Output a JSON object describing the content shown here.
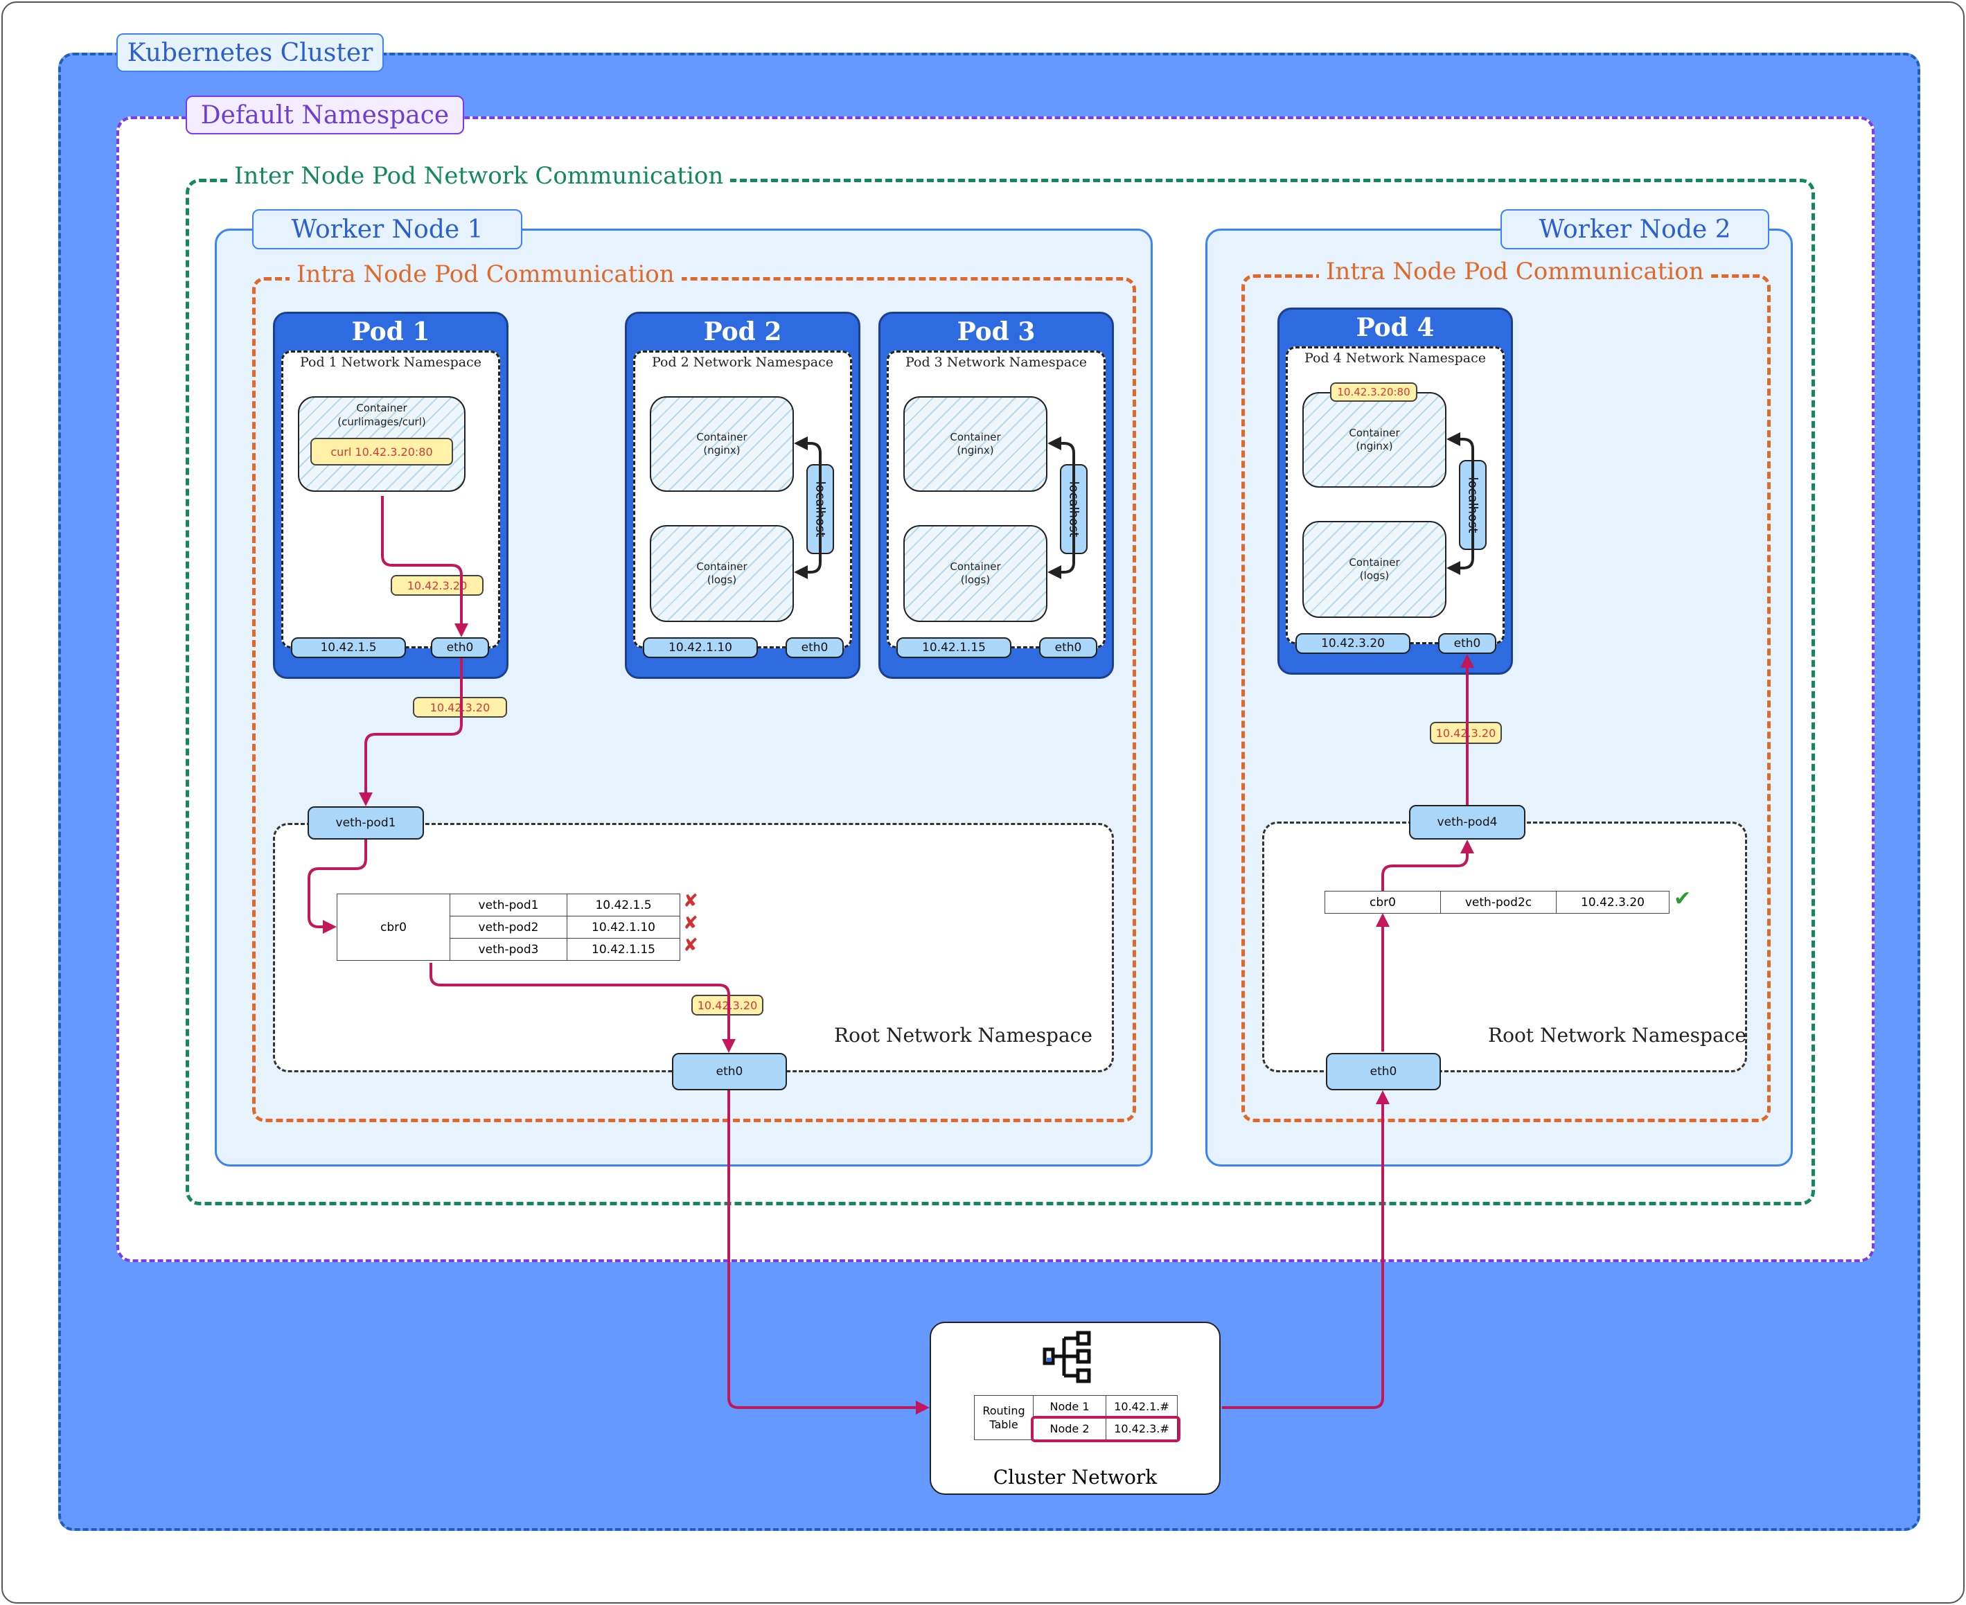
{
  "cluster": {
    "title": "Kubernetes Cluster"
  },
  "namespace": {
    "title": "Default Namespace"
  },
  "inter_node": {
    "title": "Inter Node Pod Network Communication"
  },
  "worker1": {
    "title": "Worker Node 1",
    "intra_title": "Intra Node Pod Communication",
    "pod1": {
      "title": "Pod 1",
      "ns_title": "Pod 1 Network Namespace",
      "container": "Container\n(curlimages/curl)",
      "command": "curl 10.42.3.20:80",
      "packet_inner": "10.42.3.20",
      "ip": "10.42.1.5",
      "iface": "eth0"
    },
    "pod2": {
      "title": "Pod 2",
      "ns_title": "Pod 2 Network Namespace",
      "container_a": "Container\n(nginx)",
      "container_b": "Container\n(logs)",
      "localhost": "localhost",
      "ip": "10.42.1.10",
      "iface": "eth0"
    },
    "pod3": {
      "title": "Pod 3",
      "ns_title": "Pod 3 Network Namespace",
      "container_a": "Container\n(nginx)",
      "container_b": "Container\n(logs)",
      "localhost": "localhost",
      "ip": "10.42.1.15",
      "iface": "eth0"
    },
    "packet_out": "10.42.3.20",
    "veth": "veth-pod1",
    "bridge": {
      "name": "cbr0",
      "rows": [
        {
          "veth": "veth-pod1",
          "ip": "10.42.1.5"
        },
        {
          "veth": "veth-pod2",
          "ip": "10.42.1.10"
        },
        {
          "veth": "veth-pod3",
          "ip": "10.42.1.15"
        }
      ]
    },
    "packet_bridge": "10.42.3.20",
    "root_ns": "Root Network Namespace",
    "eth0": "eth0"
  },
  "worker2": {
    "title": "Worker Node 2",
    "intra_title": "Intra Node Pod Communication",
    "pod4": {
      "title": "Pod 4",
      "ns_title": "Pod 4 Network Namespace",
      "port_tag": "10.42.3.20:80",
      "container_a": "Container\n(nginx)",
      "container_b": "Container\n(logs)",
      "localhost": "localhost",
      "ip": "10.42.3.20",
      "iface": "eth0"
    },
    "packet_in": "10.42.3.20",
    "veth": "veth-pod4",
    "bridge": {
      "name": "cbr0",
      "veth": "veth-pod2c",
      "ip": "10.42.3.20"
    },
    "root_ns": "Root Network Namespace",
    "eth0": "eth0"
  },
  "cluster_network": {
    "label": "Cluster Network",
    "routing_label": "Routing\nTable",
    "routes": [
      {
        "node": "Node 1",
        "cidr": "10.42.1.#"
      },
      {
        "node": "Node 2",
        "cidr": "10.42.3.#"
      }
    ],
    "icon": "network-hierarchy-icon"
  },
  "colors": {
    "cluster": "#6699ff",
    "namespace_border": "#7c3aed",
    "inter_border": "#12895a",
    "intra_border": "#e2682a",
    "pod": "#2f6be0",
    "wire": "#c2185b",
    "packet": "#fff2a8"
  }
}
